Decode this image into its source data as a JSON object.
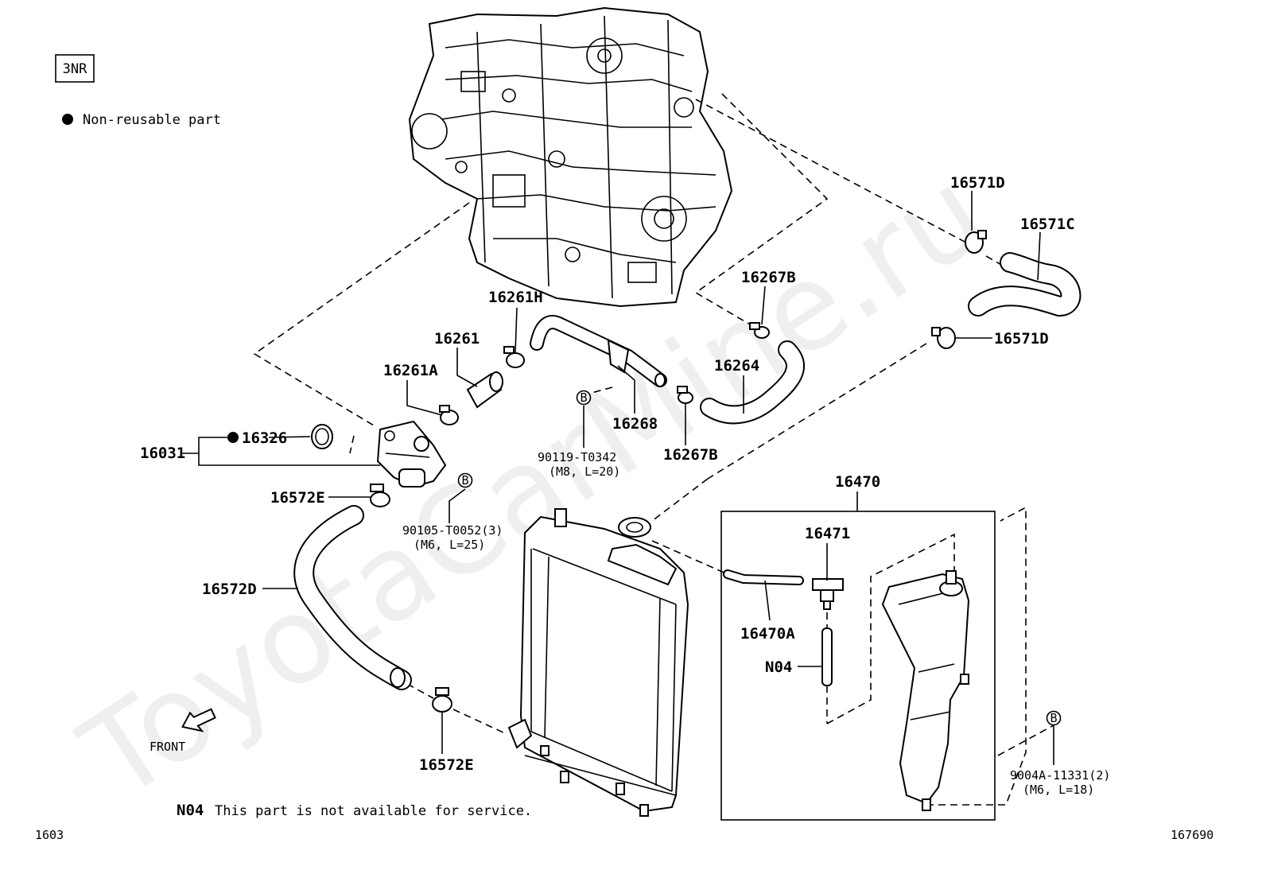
{
  "engine_code": "3NR",
  "legend": {
    "symbol": "●",
    "text": "Non-reusable part"
  },
  "watermark": "ToyotaCarMine.ru",
  "front_label": "FRONT",
  "footer": {
    "left_code": "1603",
    "right_code": "167690",
    "n04_code": "N04",
    "n04_note": "This part is not available for service."
  },
  "circle_mark": "B",
  "parts": {
    "p16571D_top": "16571D",
    "p16571C": "16571C",
    "p16571D_bottom": "16571D",
    "p16267B_top": "16267B",
    "p16264": "16264",
    "p16267B_bottom": "16267B",
    "p16261H": "16261H",
    "p16261": "16261",
    "p16261A": "16261A",
    "p16268": "16268",
    "p90119": "90119-T0342",
    "p90119_spec": "(M8, L=20)",
    "p16031": "16031",
    "p16326": "16326",
    "p16572E_top": "16572E",
    "p90105": "90105-T0052(3)",
    "p90105_spec": "(M6, L=25)",
    "p16572D": "16572D",
    "p16572E_bottom": "16572E",
    "p16470": "16470",
    "p16471": "16471",
    "p16470A": "16470A",
    "pN04": "N04",
    "p9004A": "9004A-11331(2)",
    "p9004A_spec": "(M6, L=18)"
  }
}
